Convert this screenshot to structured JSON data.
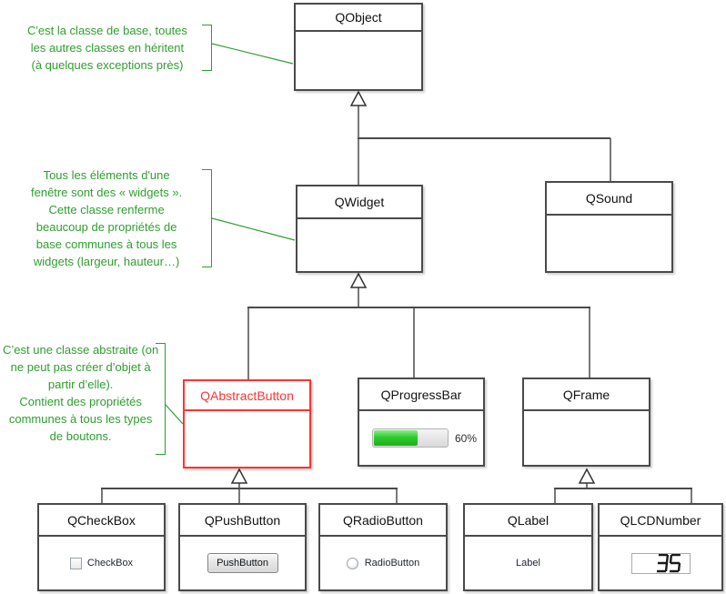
{
  "annotations": {
    "qobject_note": {
      "text": "C'est la classe de base, toutes\nles autres classes en héritent\n(à quelques exceptions près)"
    },
    "qwidget_note": {
      "text": "Tous les éléments d'une\nfenêtre sont des « widgets ».\nCette classe renferme\nbeaucoup de propriétés de\nbase communes à tous les\nwidgets (largeur, hauteur…)"
    },
    "qabstractbutton_note": {
      "text": "C’est une classe abstraite (on\nne peut pas créer d’objet à\npartir d’elle).\nContient des propriétés\ncommunes à tous les types\nde boutons."
    }
  },
  "classes": {
    "qobject": {
      "title": "QObject"
    },
    "qwidget": {
      "title": "QWidget"
    },
    "qsound": {
      "title": "QSound"
    },
    "qabstractbutton": {
      "title": "QAbstractButton"
    },
    "qprogressbar": {
      "title": "QProgressBar"
    },
    "qframe": {
      "title": "QFrame"
    },
    "qcheckbox": {
      "title": "QCheckBox"
    },
    "qpushbutton": {
      "title": "QPushButton"
    },
    "qradiobutton": {
      "title": "QRadioButton"
    },
    "qlabel": {
      "title": "QLabel"
    },
    "qlcdnumber": {
      "title": "QLCDNumber"
    }
  },
  "widgets": {
    "progressbar": {
      "percent": 60,
      "value_label": "60%"
    },
    "checkbox": {
      "label": "CheckBox",
      "checked": false
    },
    "pushbutton": {
      "label": "PushButton"
    },
    "radiobutton": {
      "label": "RadioButton",
      "selected": false
    },
    "label": {
      "text": "Label"
    },
    "lcd": {
      "value": "35"
    }
  },
  "hierarchy": [
    {
      "parent": "QObject",
      "children": [
        "QWidget",
        "QSound"
      ]
    },
    {
      "parent": "QWidget",
      "children": [
        "QAbstractButton",
        "QProgressBar",
        "QFrame"
      ]
    },
    {
      "parent": "QAbstractButton",
      "children": [
        "QCheckBox",
        "QPushButton",
        "QRadioButton"
      ]
    },
    {
      "parent": "QFrame",
      "children": [
        "QLabel",
        "QLCDNumber"
      ]
    }
  ],
  "colors": {
    "annotation_green": "#2f9e2f",
    "highlight_red": "#ff3333",
    "progress_green": "#2ecc2e",
    "box_border_gray": "#4a4a4a"
  }
}
